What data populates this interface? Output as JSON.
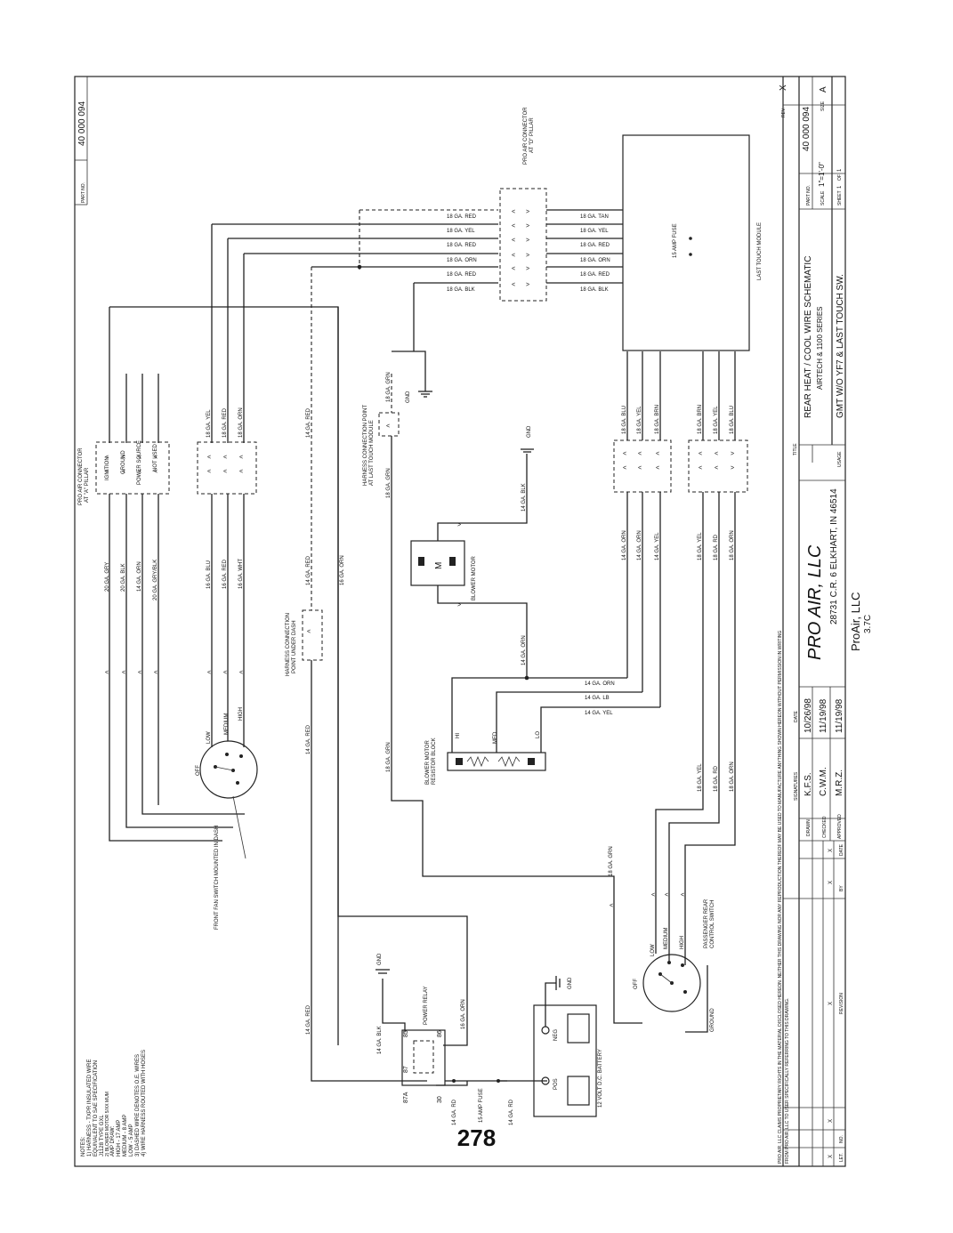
{
  "page_number": "278",
  "title_block": {
    "part_no_label": "PART NO.",
    "part_no": "40 000 094",
    "rev_label": "REV.",
    "rev": "X",
    "scale_label": "SCALE",
    "scale": "1\"=1'-0\"",
    "size_label": "SIZE",
    "size": "A",
    "sheet_label": "SHEET",
    "sheet": "1",
    "of_label": "OF",
    "of": "1",
    "title_label": "TITLE",
    "title_line1": "REAR HEAT / COOL WIRE SCHEMATIC",
    "title_line2": "AIRTECH & 1100 SERIES",
    "usage_label": "USAGE",
    "usage": "GMT W/O YF7 & LAST TOUCH SW.",
    "company": "PRO AIR, LLC",
    "address": "28731 C.R. 6  ELKHART, IN 46514",
    "footer_company": "ProAir, LLC",
    "footer_page": "3.7C",
    "legal_line1": "PRO AIR, LLC CLAIMS PROPRIETARY RIGHTS IN THE MATERIAL DISCLOSED HEREON. NEITHER THIS DRAWING NOR ANY REPRODUCTION THEREOF MAY BE USED TO MANUFACTURE ANYTHING SHOWN HEREON WITHOUT PERMISSION IN WRITING",
    "legal_line2": "FROM PRO AIR, LLC TO USER SPECIFICALLY REFERRING TO THIS DRAWING.",
    "sig_headers": [
      "SIGNATURES",
      "DATE"
    ],
    "sig_rows": [
      {
        "role": "DRAWN",
        "name": "K.F.S.",
        "date": "10/26/98"
      },
      {
        "role": "CHECKED",
        "name": "C.W.M.",
        "date": "11/19/98"
      },
      {
        "role": "APPROVED",
        "name": "M.R.Z.",
        "date": "11/19/98"
      }
    ],
    "rev_table_headers": [
      "LET.",
      "NO.",
      "REVISION",
      "BY",
      "DATE"
    ],
    "rev_marks": [
      "X",
      "X",
      "X",
      "X",
      "X"
    ]
  },
  "notes": [
    "NOTES:",
    "1) HARNESS - TXPR INSULATED WIRE",
    "   EQUIVALENT TO SAE SPECIFICATION",
    "   J1128 TYPE GXL",
    "2) BLOWER MOTOR 5/XX MUM",
    "   AMP DRAW:",
    "   HIGH - 17 AMP",
    "   MEDIUM - 8 AMP",
    "   LOW - 5 AMP",
    "3) DASHED WIRE DENOTES O.E. WIRES",
    "4) WIRE HARNESS ROUTED WITH HOSES"
  ],
  "labels": {
    "pro_air_connector_a": "PRO AIR CONNECTOR",
    "at_a_pillar": "AT \"A\" PILLAR",
    "pro_air_connector_d": "PRO AIR CONNECTOR",
    "at_d_pillar": "AT \"D\" PILLAR",
    "last_touch_module": "LAST TOUCH MODULE",
    "fuse_15": "15 AMP FUSE",
    "harness_point_lt_1": "HARNESS CONNECTION POINT",
    "harness_point_lt_2": "AT LAST TOUCH MODULE",
    "harness_point_dash_1": "HARNESS CONNECTION",
    "harness_point_dash_2": "POINT UNDER DASH",
    "blower_motor": "BLOWER MOTOR",
    "motor_m": "M",
    "resistor_block_1": "BLOWER MOTOR",
    "resistor_block_2": "RESISTOR BLOCK",
    "front_fan_switch": "FRONT FAN SWITCH MOUNTED IN DASH",
    "rear_switch_1": "PASSENGER REAR",
    "rear_switch_2": "CONTROL SWITCH",
    "power_relay": "POWER RELAY",
    "battery": "12 VOLT D.C. BATTERY",
    "pos": "POS",
    "neg": "NEG",
    "gnd": "GND",
    "ground": "GROUND",
    "amp_fuse_15": "15 AMP FUSE",
    "off": "OFF",
    "low": "LOW",
    "medium": "MEDIUM",
    "high": "HIGH",
    "hi": "HI",
    "med": "MED",
    "lo": "LO",
    "ignition": "IGNITION",
    "power_source": "POWER SOURCE",
    "not_used": "NOT USED",
    "r85": "85",
    "r86": "86",
    "r87": "87",
    "r87a": "87A",
    "r30": "30"
  },
  "wires": {
    "a_pillar_left": [
      "20 GA. GRY",
      "20 GA. BLK",
      "14 GA. ORN",
      "20 GA. GRY/BLK"
    ],
    "a_pillar_right_dest": [
      "IGNITION",
      "GROUND",
      "POWER SOURCE",
      "NOT USED"
    ],
    "fan_left": [
      "16 GA. BLU",
      "16 GA. RED",
      "16 GA. WHT"
    ],
    "fan_right": [
      "18 GA. YEL",
      "18 GA. RED",
      "18 GA. ORN"
    ],
    "dash_red": "14 GA. RED",
    "dash_red_right": "14 GA. RED",
    "dash_orn": "16 GA. ORN",
    "lt_grn_top": "18 GA. GRN",
    "lt_grn_bottom": "18 GA. GRN",
    "d_pillar_left": [
      "18 GA. RED",
      "18 GA. YEL",
      "18 GA. RED",
      "18 GA. ORN",
      "18 GA. RED",
      "18 GA. BLK"
    ],
    "d_pillar_right": [
      "18 GA. TAN",
      "18 GA. YEL",
      "18 GA. RED",
      "18 GA. ORN",
      "18 GA. RED",
      "18 GA. BLK"
    ],
    "blower_blk": "14 GA. BLK",
    "blower_orn": "14 GA. ORN",
    "conn1_left": [
      "14 GA. ORN",
      "14 GA. ORN",
      "14 GA. YEL"
    ],
    "conn1_right": [
      "18 GA. BLU",
      "18 GA. YEL",
      "18 GA. BRN"
    ],
    "conn2_left": [
      "18 GA. YEL",
      "18 GA. RD",
      "18 GA. ORN"
    ],
    "conn2_right": [
      "18 GA. BRN",
      "18 GA. YEL",
      "18 GA. BLU"
    ],
    "resistor_wires": [
      "14 GA. ORN",
      "14 GA. LB",
      "14 GA. YEL"
    ],
    "switch_wires": [
      "18 GA. YEL",
      "18 GA. RD",
      "18 GA. ORN"
    ],
    "rear_grn": "18 GA. GRN",
    "relay_blk": "14 GA. BLK",
    "relay_orn": "16 GA. ORN",
    "relay_red": "14 GA. RED",
    "fuse_left": "14 GA. RD",
    "fuse_right": "14 GA. RD"
  }
}
